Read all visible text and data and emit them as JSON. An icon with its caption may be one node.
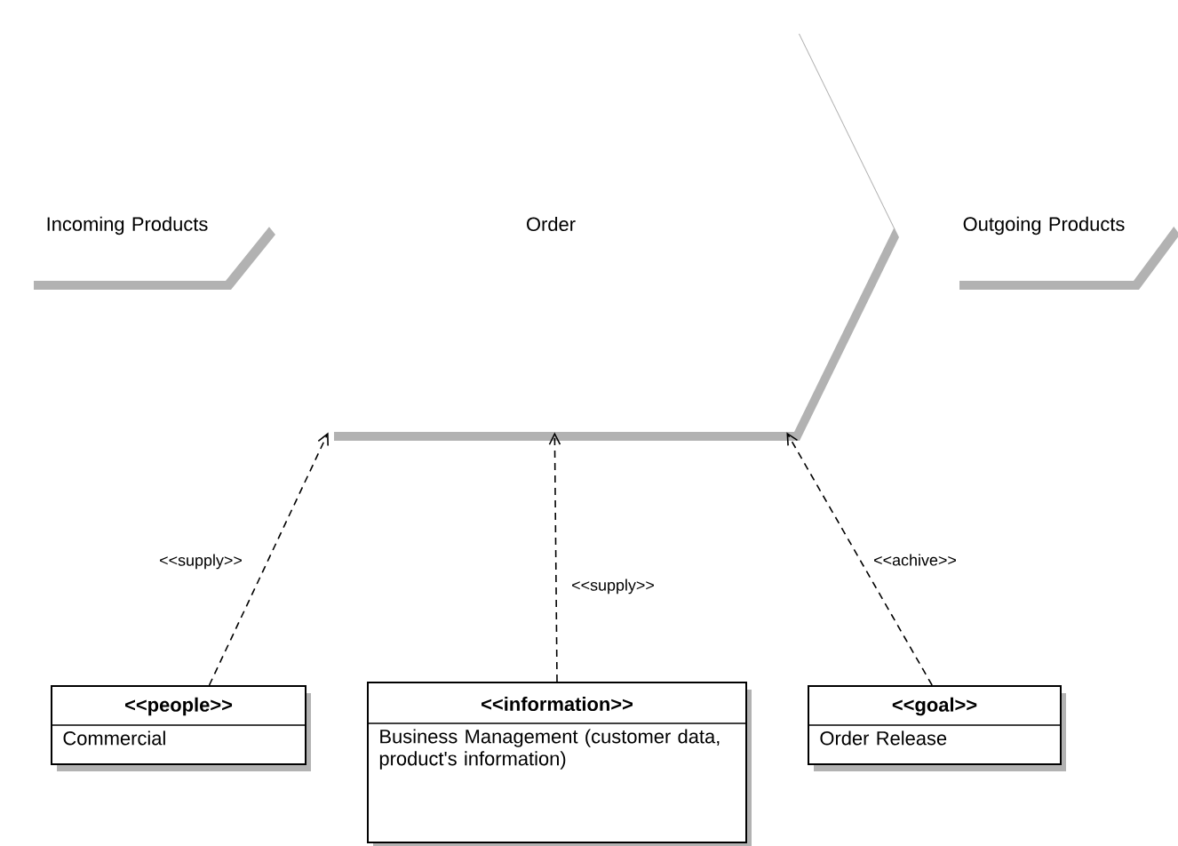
{
  "diagram": {
    "nodes": [
      {
        "text": [
          "Incoming Products"
        ]
      },
      {
        "text": [
          "Order"
        ]
      },
      {
        "text": [
          "Outgoing Products"
        ]
      },
      {
        "text": [
          "<<people>>",
          "Commercial"
        ]
      },
      {
        "text": [
          "<<information>>",
          "Business Management (customer data, product's information)"
        ]
      },
      {
        "text": [
          "<<goal>>",
          "Order Release"
        ]
      }
    ],
    "edges": [
      {
        "from": 3,
        "to": 1,
        "arrow": "to",
        "style": "dashed",
        "label": "<<supply>>"
      },
      {
        "from": 4,
        "to": 1,
        "arrow": "to",
        "style": "dashed",
        "label": "<<supply>>"
      },
      {
        "from": 5,
        "to": 1,
        "arrow": "to",
        "style": "dashed",
        "label": "<<achive>>"
      }
    ]
  }
}
